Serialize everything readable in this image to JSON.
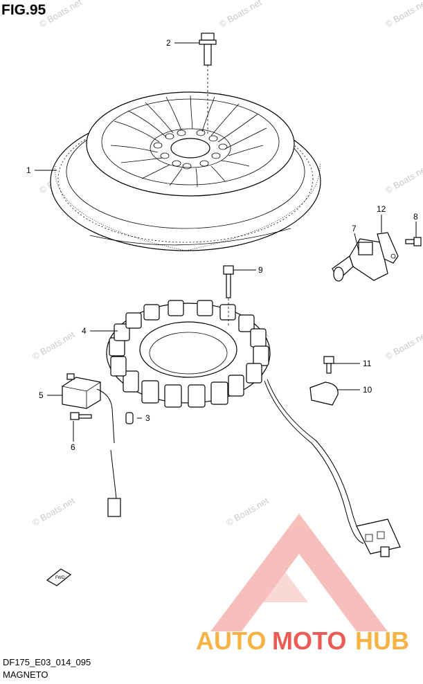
{
  "figure": {
    "title": "FIG.95"
  },
  "footer": {
    "code": "DF175_E03_014_095",
    "caption": "MAGNETO"
  },
  "callouts": [
    {
      "id": "1",
      "label": "1"
    },
    {
      "id": "2",
      "label": "2"
    },
    {
      "id": "3",
      "label": "3"
    },
    {
      "id": "4",
      "label": "4"
    },
    {
      "id": "5",
      "label": "5"
    },
    {
      "id": "6",
      "label": "6"
    },
    {
      "id": "7",
      "label": "7"
    },
    {
      "id": "8",
      "label": "8"
    },
    {
      "id": "9",
      "label": "9"
    },
    {
      "id": "10",
      "label": "10"
    },
    {
      "id": "11",
      "label": "11"
    },
    {
      "id": "12",
      "label": "12"
    }
  ],
  "direction_arrow": {
    "label": "FWD"
  },
  "watermarks": {
    "boats": "© Boats.net",
    "brand_auto": "AUTO",
    "brand_moto": "MOTO",
    "brand_hub": "HUB"
  },
  "colors": {
    "brand_orange": "#f5a623",
    "brand_red": "#e8403a",
    "watermark_gray": "#c9c9c9"
  }
}
